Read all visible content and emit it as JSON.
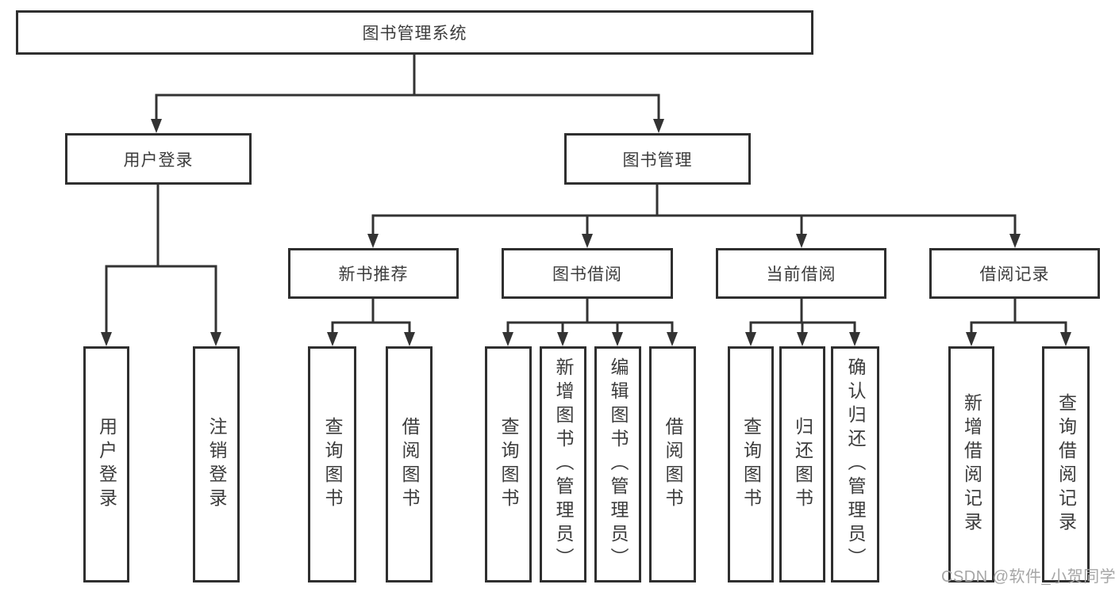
{
  "diagram": {
    "title": "图书管理系统",
    "branches": [
      {
        "label": "用户登录",
        "children": [
          {
            "label": "用户登录"
          },
          {
            "label": "注销登录"
          }
        ]
      },
      {
        "label": "图书管理",
        "groups": [
          {
            "label": "新书推荐",
            "children": [
              {
                "label": "查询图书"
              },
              {
                "label": "借阅图书"
              }
            ]
          },
          {
            "label": "图书借阅",
            "children": [
              {
                "label": "查询图书"
              },
              {
                "label": "新增图书（管理员）"
              },
              {
                "label": "编辑图书（管理员）"
              },
              {
                "label": "借阅图书"
              }
            ]
          },
          {
            "label": "当前借阅",
            "children": [
              {
                "label": "查询图书"
              },
              {
                "label": "归还图书"
              },
              {
                "label": "确认归还（管理员）"
              }
            ]
          },
          {
            "label": "借阅记录",
            "children": [
              {
                "label": "新增借阅记录"
              },
              {
                "label": "查询借阅记录"
              }
            ]
          }
        ]
      }
    ]
  },
  "colors": {
    "line": "#333333",
    "box_border": "#2f2f2f",
    "text": "#3c3c3c",
    "watermark": "#a6a6a6"
  },
  "watermark": {
    "text": "CSDN @软件_小贺同学"
  }
}
